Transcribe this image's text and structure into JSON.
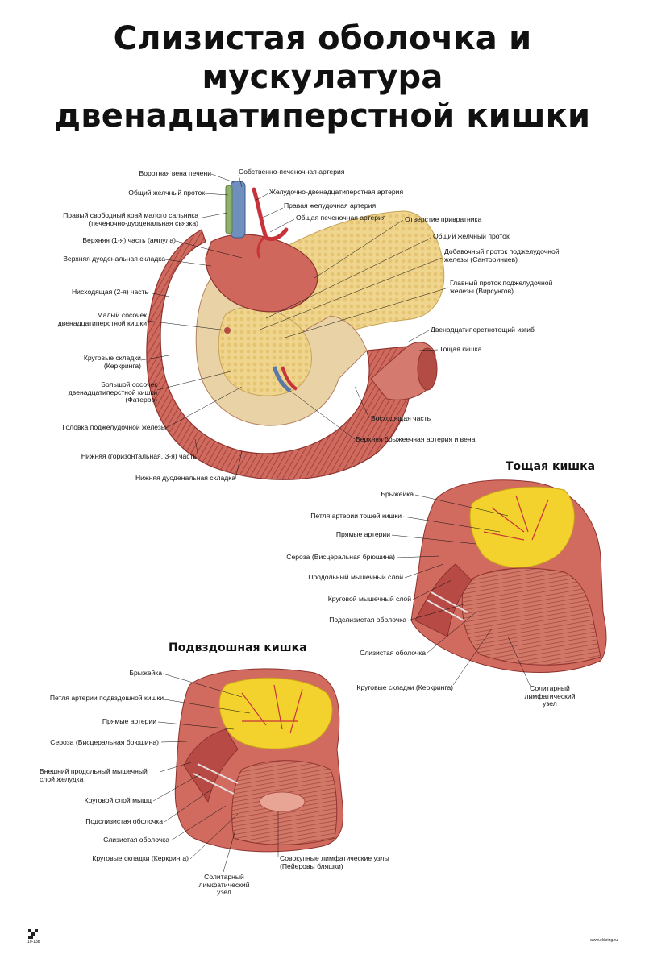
{
  "title": {
    "line1": "Слизистая оболочка и мускулатура",
    "line2": "двенадцатиперстной кишки"
  },
  "duodenum": {
    "labels_left": [
      "Воротная вена печени",
      "Общий желчный проток",
      [
        "Правый свободный край малого сальника",
        "(печеночно-дуоденальная связка)"
      ],
      "Верхняя (1-я) часть (ампула)",
      "Верхняя дуоденальная складка",
      "Нисходящая (2-я) часть",
      [
        "Малый сосочек",
        "двенадцатиперстной кишки"
      ],
      [
        "Круговые складки",
        "(Керкринга)"
      ],
      [
        "Большой сосочек",
        "двенадцатиперстной кишки",
        "(Фатеров)"
      ],
      "Головка поджелудочной железы",
      "Нижняя (горизонтальная, 3-я) часть",
      "Нижняя дуоденальная складка"
    ],
    "labels_right": [
      "Собственно-печеночная артерия",
      "Желудочно-двенадцатиперстная артерия",
      "Правая желудочная артерия",
      "Общая печеночная артерия",
      "Отверстие привратника",
      "Общий желчный проток",
      [
        "Добавочный проток поджелудочной",
        "железы (Санториниев)"
      ],
      [
        "Главный проток поджелудочной",
        "железы (Вирсунгов)"
      ],
      "Двенадцатиперстнотощий изгиб",
      "Тощая кишка",
      "Восходящая часть",
      "Верхняя брыжеечная артерия и вена"
    ]
  },
  "jejunum": {
    "title": "Тощая кишка",
    "labels": [
      "Брыжейка",
      "Петля артерии тощей кишки",
      "Прямые артерии",
      "Сероза (Висцеральная брюшина)",
      "Продольный мышечный слой",
      "Круговой мышечный слой",
      "Подслизистая оболочка",
      "Слизистая оболочка",
      "Круговые складки (Керкринга)",
      [
        "Солитарный",
        "лимфатический",
        "узел"
      ]
    ]
  },
  "ileum": {
    "title": "Подвздошная кишка",
    "labels": [
      "Брыжейка",
      "Петля артерии подвздошной кишки",
      "Прямые артерии",
      "Сероза (Висцеральная брюшина)",
      [
        "Внешний продольный мышечный",
        "слой желудка"
      ],
      "Круговой слой мышц",
      "Подслизистая оболочка",
      "Слизистая оболочка",
      "Круговые складки (Керкринга)",
      [
        "Солитарный",
        "лимфатический",
        "узел"
      ],
      [
        "Совокупные лимфатические узлы",
        "(Пейеровы бляшки)"
      ]
    ]
  },
  "footer": {
    "code": "10-138",
    "site": "www.ekkring.ru"
  },
  "colors": {
    "intestine": "#c8574f",
    "intestine_light": "#e79a8c",
    "fold": "#9e3834",
    "pancreas": "#efd58e",
    "mesentery_fat": "#f3d22d",
    "vessel_red": "#c8323a",
    "vessel_blue": "#5a78a8"
  }
}
